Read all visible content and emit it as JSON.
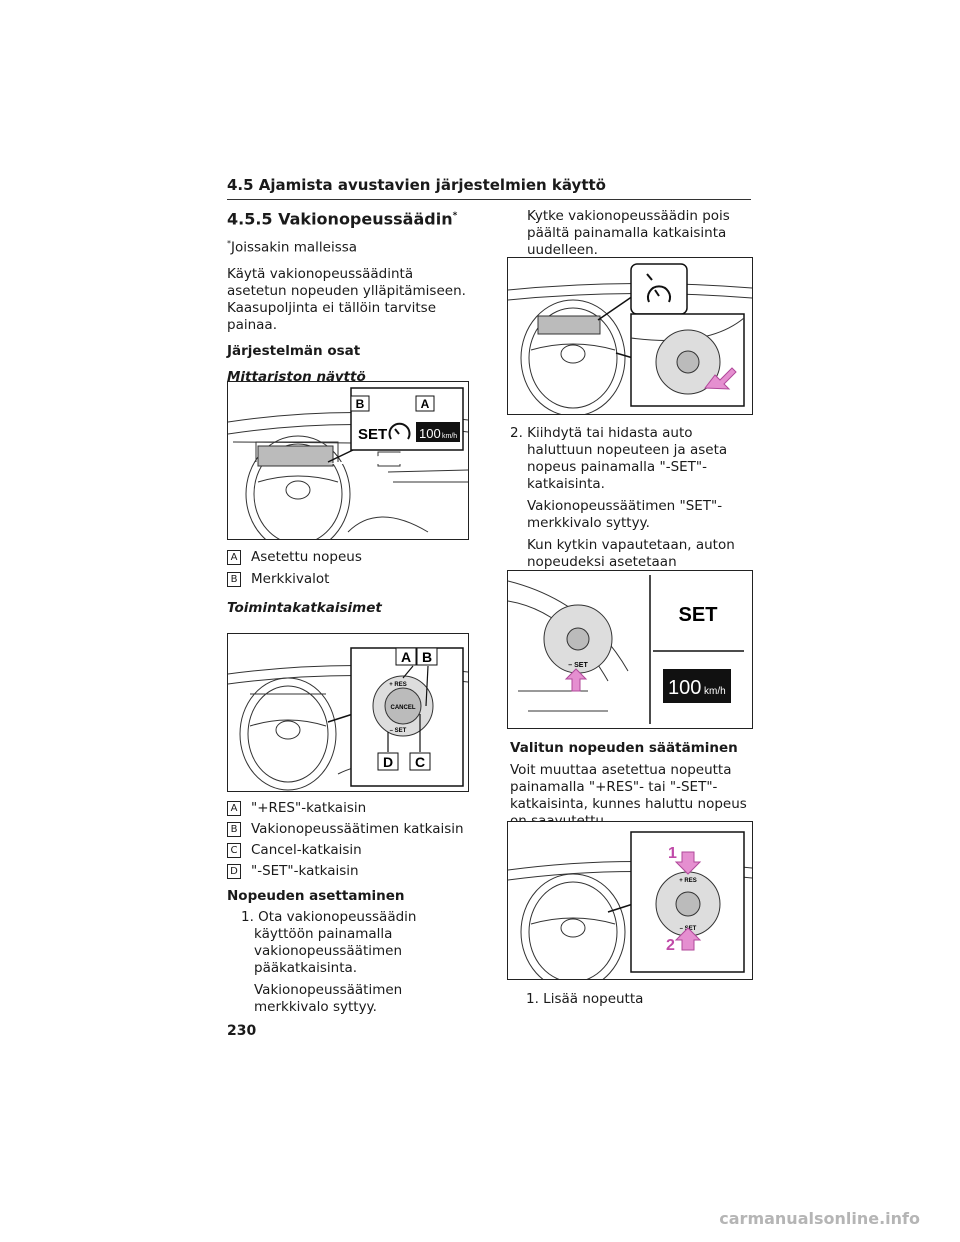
{
  "header": {
    "section": "4.5 Ajamista avustavien järjestelmien käyttö"
  },
  "title": {
    "text": "4.5.5 Vakionopeussäädin",
    "star": "*"
  },
  "footnote": {
    "star": "*",
    "text": "Joissakin malleissa"
  },
  "intro": "Käytä vakionopeussäädintä asetetun nopeuden ylläpitämiseen. Kaasupoljinta ei tällöin tarvitse painaa.",
  "components_heading": "Järjestelmän osat",
  "meter_heading": "Mittariston näyttö",
  "meter_fig": {
    "set": "SET",
    "speed": "100",
    "unit": "km/h",
    "callouts": [
      "B",
      "A"
    ]
  },
  "meter_legend": [
    {
      "key": "A",
      "text": "Asetettu nopeus"
    },
    {
      "key": "B",
      "text": "Merkkivalot"
    }
  ],
  "switches_heading": "Toimintakatkaisimet",
  "switch_fig": {
    "res": "+ RES",
    "set": "– SET",
    "cancel": "CANCEL",
    "callouts_top": [
      "A",
      "B"
    ],
    "callouts_bottom": [
      "D",
      "C"
    ]
  },
  "switch_legend": [
    {
      "key": "A",
      "text": "\"+RES\"-katkaisin"
    },
    {
      "key": "B",
      "text": "Vakionopeussäätimen katkaisin"
    },
    {
      "key": "C",
      "text": "Cancel-katkaisin"
    },
    {
      "key": "D",
      "text": "\"-SET\"-katkaisin"
    }
  ],
  "setting_heading": "Nopeuden asettaminen",
  "step1": {
    "text": "1. Ota vakionopeussäädin käyttöön painamalla vakionopeussäätimen pääkatkaisinta.",
    "note": "Vakionopeussäätimen merkkivalo syttyy."
  },
  "off_text": "Kytke vakionopeussäädin pois päältä painamalla katkaisinta uudelleen.",
  "step2": {
    "text": "2. Kiihdytä tai hidasta auto haluttuun nopeuteen ja aseta nopeus painamalla \"-SET\"-katkaisinta.",
    "note1": "Vakionopeussäätimen \"SET\"-merkkivalo syttyy.",
    "note2": "Kun kytkin vapautetaan, auton nopeudeksi asetetaan senhetkinen nopeus."
  },
  "set_fig": {
    "set": "SET",
    "speed": "100",
    "unit": "km/h",
    "switch_label": "– SET"
  },
  "adjust_heading": "Valitun nopeuden säätäminen",
  "adjust_text": "Voit muuttaa asetettua nopeutta painamalla \"+RES\"- tai \"-SET\"-katkaisinta, kunnes haluttu nopeus on saavutettu.",
  "adjust_fig": {
    "res": "+ RES",
    "set": "– SET",
    "n1": "1",
    "n2": "2"
  },
  "adjust_step1": "1. Lisää nopeutta",
  "page_number": "230",
  "watermark": "carmanualsonline.info"
}
